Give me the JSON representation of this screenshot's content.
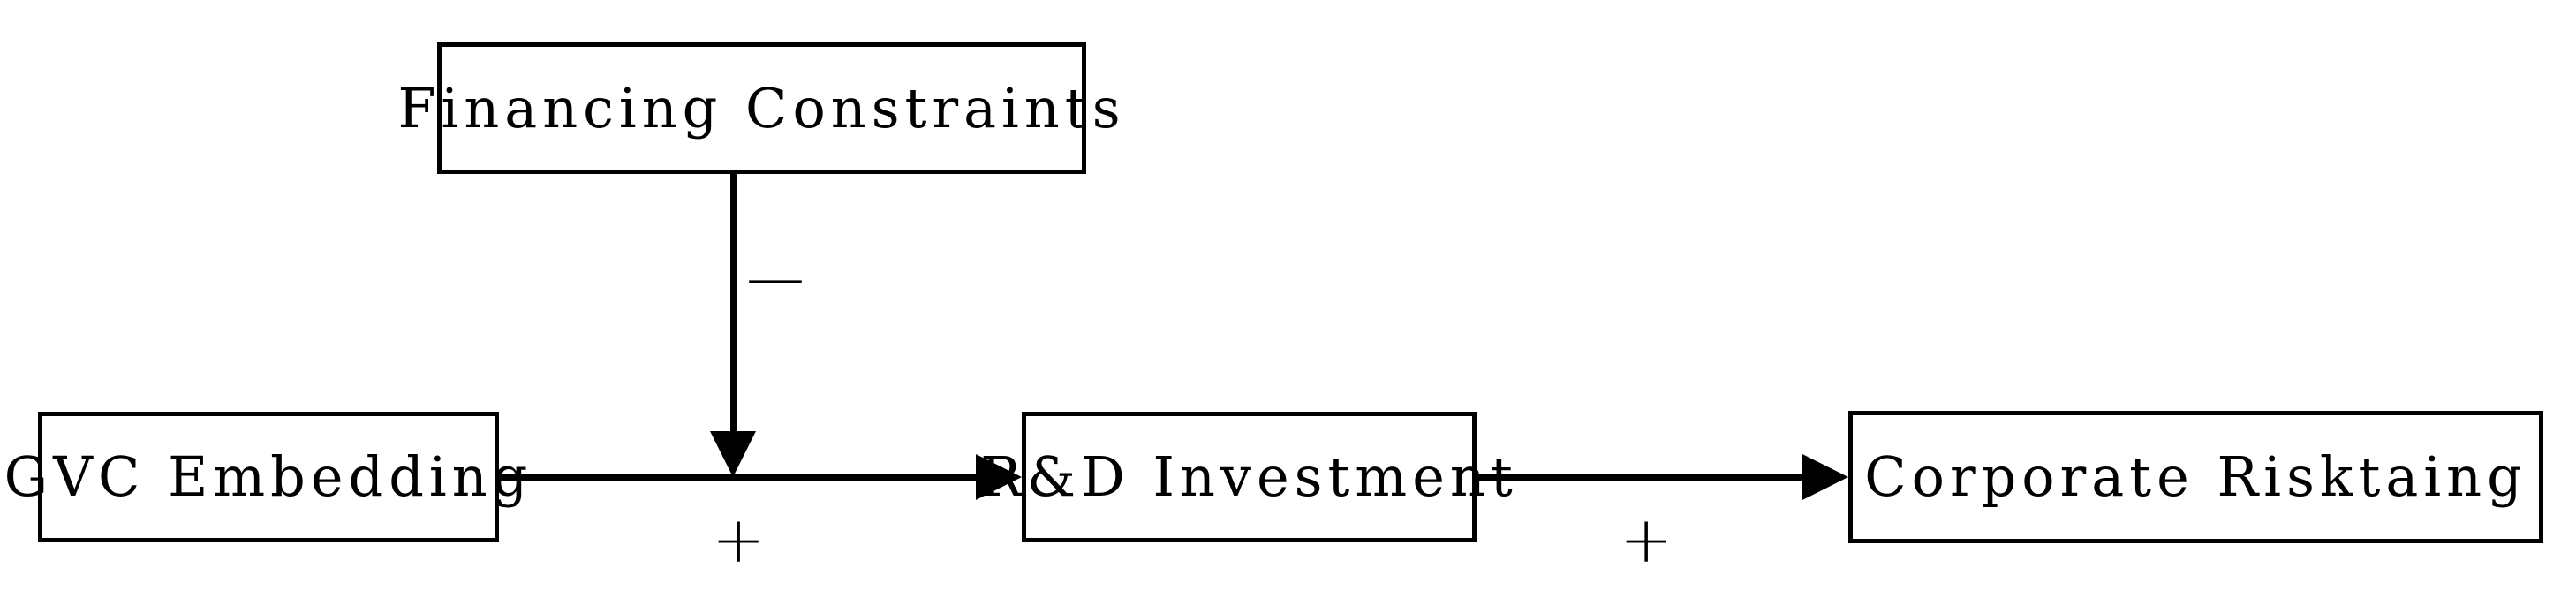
{
  "diagram": {
    "type": "mediation-moderation-path-diagram",
    "background_color": "#ffffff",
    "stroke_color": "#000000",
    "nodes": [
      {
        "id": "financing-constraints",
        "label": "Financing Constraints",
        "role": "moderator"
      },
      {
        "id": "gvc-embedding",
        "label": "GVC Embedding",
        "role": "independent-variable"
      },
      {
        "id": "rd-investment",
        "label": "R&D Investment",
        "role": "mediator"
      },
      {
        "id": "corporate-risktaking",
        "label": "Corporate Risktaing",
        "role": "dependent-variable"
      }
    ],
    "edges": [
      {
        "id": "gvc-to-rd",
        "from": "gvc-embedding",
        "to": "rd-investment",
        "sign": "+",
        "direction": "horizontal-right"
      },
      {
        "id": "rd-to-corp",
        "from": "rd-investment",
        "to": "corporate-risktaking",
        "sign": "+",
        "direction": "horizontal-right"
      },
      {
        "id": "fc-moderates-gvc-to-rd",
        "from": "financing-constraints",
        "to": "gvc-to-rd",
        "sign": "—",
        "direction": "vertical-down"
      }
    ]
  }
}
